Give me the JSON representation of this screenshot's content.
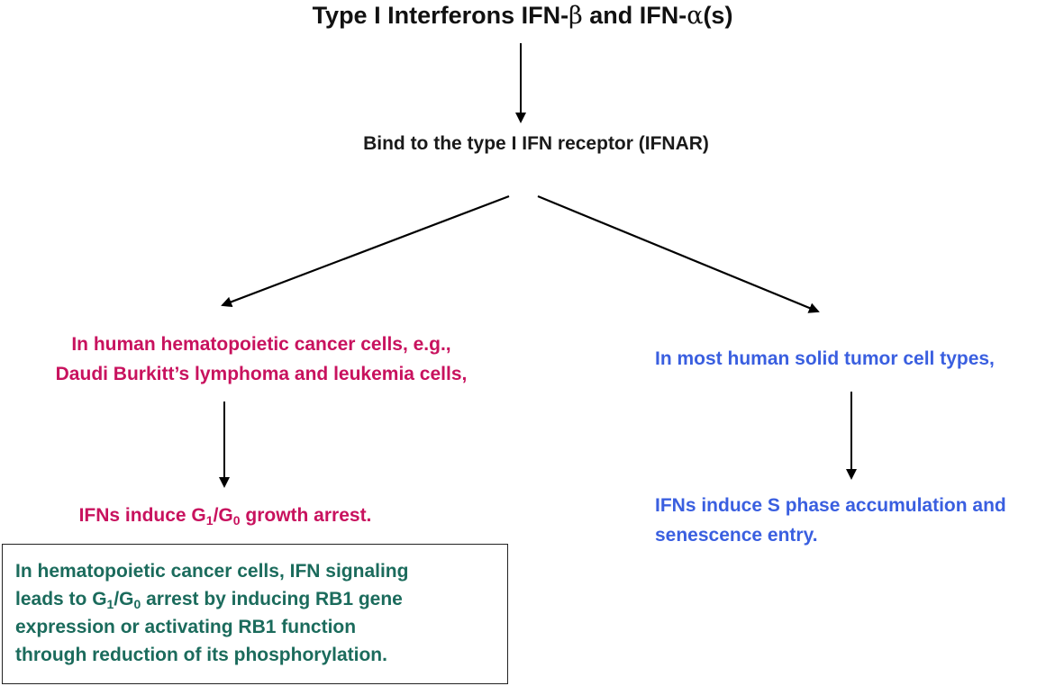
{
  "title": {
    "prefix": "Type I Interferons IFN-",
    "beta": "β",
    "mid": " and IFN-",
    "alpha": "α",
    "suffix": "(s)"
  },
  "receptor": "Bind to the type I IFN receptor (IFNAR)",
  "left_branch": {
    "condition_line1": "In human hematopoietic cancer cells, e.g.,",
    "condition_line2": "Daudi Burkitt’s lymphoma and leukemia cells,",
    "result": {
      "prefix": "IFNs induce G",
      "sub1": "1",
      "slash": "/G",
      "sub0": "0",
      "suffix": " growth arrest."
    }
  },
  "right_branch": {
    "condition": "In most human solid tumor cell types,",
    "result_line1": "IFNs induce S phase accumulation and",
    "result_line2": "senescence entry."
  },
  "note": {
    "line1": "In hematopoietic cancer cells, IFN signaling",
    "line2_prefix": "leads to G",
    "line2_sub1": "1",
    "line2_slash": "/G",
    "line2_sub0": "0",
    "line2_suffix": " arrest by inducing RB1 gene",
    "line3": "expression or activating RB1 function",
    "line4": "through reduction of its phosphorylation."
  },
  "colors": {
    "black": "#111111",
    "hematopoietic": "#c8125e",
    "solid_tumor": "#3a5fe0",
    "note_text": "#1b6b5c"
  }
}
